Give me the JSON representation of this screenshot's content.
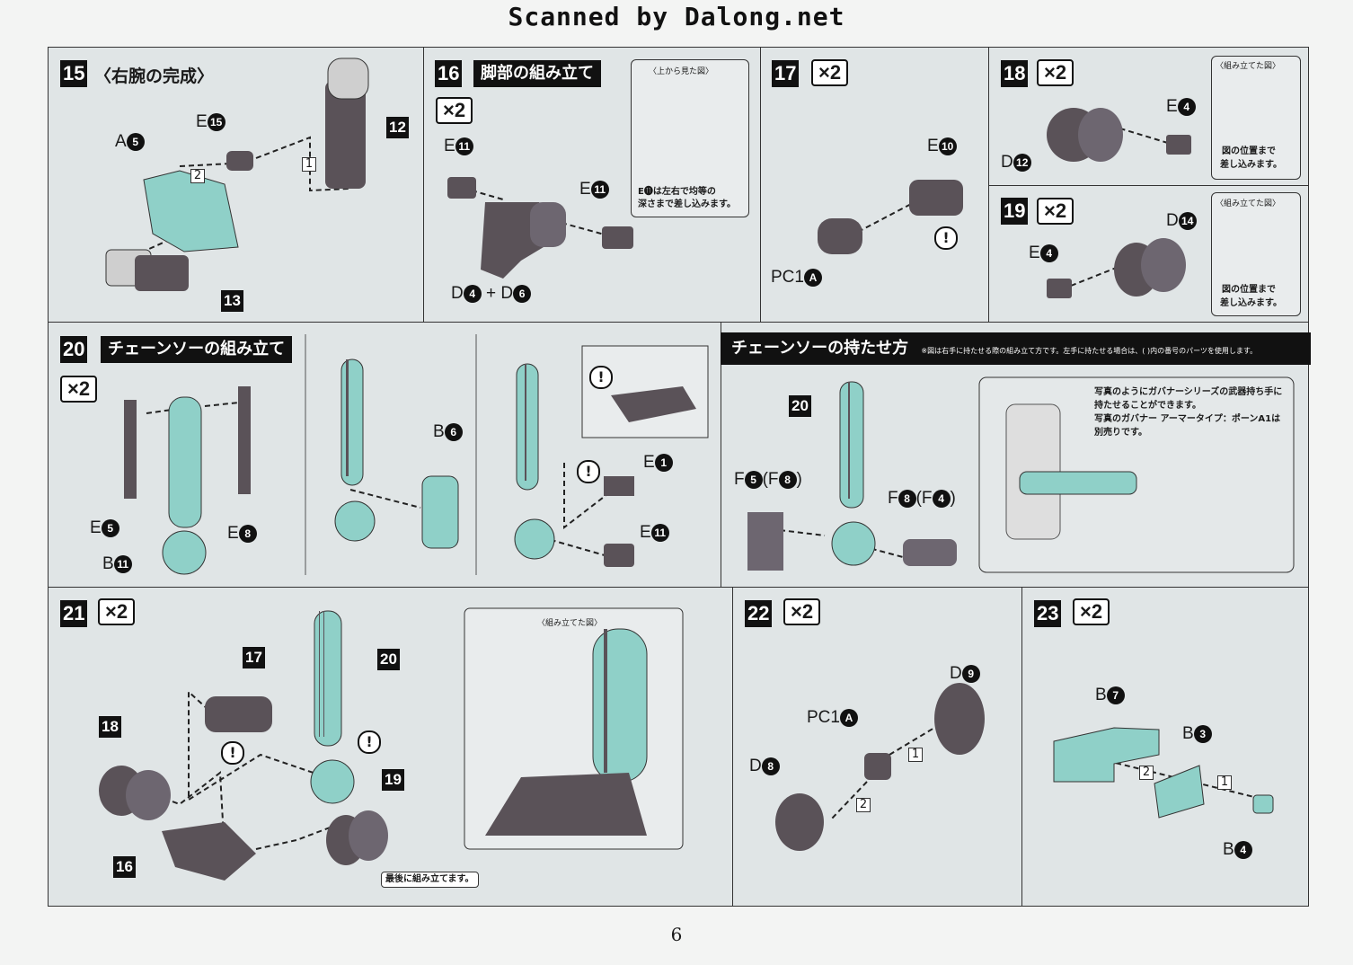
{
  "header": {
    "scan_credit": "Scanned by Dalong.net"
  },
  "footer": {
    "page_number": "6"
  },
  "colors": {
    "panel_bg": "#e0e5e6",
    "part_teal": "#8fd0c8",
    "part_grey": "#5a5258",
    "ink": "#111111"
  },
  "steps": {
    "s15": {
      "num": "15",
      "title": "〈右腕の完成〉",
      "labels": {
        "a": "A",
        "a_no": "5",
        "e": "E",
        "e_no": "15",
        "ref12": "12",
        "ref13": "13",
        "o1": "1",
        "o2": "2"
      }
    },
    "s16": {
      "num": "16",
      "title": "脚部の組み立て",
      "x2": "×2",
      "labels": {
        "e_left": "E",
        "e_left_no": "11",
        "e_right": "E",
        "e_right_no": "11",
        "d4": "D",
        "d4_no": "4",
        "plus": "+",
        "d6": "D",
        "d6_no": "6"
      },
      "inset_title": "〈上から見た図〉",
      "inset_note_1": "E⓫は左右で均等の",
      "inset_note_2": "深さまで差し込みます。"
    },
    "s17": {
      "num": "17",
      "x2": "×2",
      "labels": {
        "e": "E",
        "e_no": "10",
        "pc": "PC1",
        "pc_no": "A"
      }
    },
    "s18": {
      "num": "18",
      "x2": "×2",
      "labels": {
        "e": "E",
        "e_no": "4",
        "d": "D",
        "d_no": "12"
      },
      "inset_title": "〈組み立てた図〉",
      "inset_note_1": "図の位置まで",
      "inset_note_2": "差し込みます。"
    },
    "s19": {
      "num": "19",
      "x2": "×2",
      "labels": {
        "e": "E",
        "e_no": "4",
        "d": "D",
        "d_no": "14"
      },
      "inset_title": "〈組み立てた図〉",
      "inset_note_1": "図の位置まで",
      "inset_note_2": "差し込みます。"
    },
    "s20": {
      "num": "20",
      "title": "チェーンソーの組み立て",
      "x2": "×2",
      "labels": {
        "e5": "E",
        "e5_no": "5",
        "e8": "E",
        "e8_no": "8",
        "b11": "B",
        "b11_no": "11",
        "b6": "B",
        "b6_no": "6",
        "e1": "E",
        "e1_no": "1",
        "e11": "E",
        "e11_no": "11"
      }
    },
    "holding": {
      "title": "チェーンソーの持たせ方",
      "subtitle": "※図は右手に持たせる際の組み立て方です。左手に持たせる場合は、( )内の番号のパーツを使用します。",
      "ref20": "20",
      "f_left": "F",
      "f_left_no": "5",
      "f_left_alt": "(F",
      "f_left_alt_no": "8",
      "f_left_close": ")",
      "f_right": "F",
      "f_right_no": "8",
      "f_right_alt": "(F",
      "f_right_alt_no": "4",
      "f_right_close": ")",
      "photo_note_1": "写真のようにガバナーシリーズの武器持ち手に",
      "photo_note_2": "持たせることができます。",
      "photo_note_3": "写真のガバナー アーマータイプ：ポーンA1は",
      "photo_note_4": "別売りです。"
    },
    "s21": {
      "num": "21",
      "x2": "×2",
      "labels": {
        "ref17": "17",
        "ref20": "20",
        "ref18": "18",
        "ref19": "19",
        "ref16": "16"
      },
      "inset_title": "〈組み立てた図〉",
      "last_note": "最後に組み立てます。"
    },
    "s22": {
      "num": "22",
      "x2": "×2",
      "labels": {
        "d9": "D",
        "d9_no": "9",
        "pc": "PC1",
        "pc_no": "A",
        "d8": "D",
        "d8_no": "8",
        "o1": "1",
        "o2": "2"
      }
    },
    "s23": {
      "num": "23",
      "x2": "×2",
      "labels": {
        "b7": "B",
        "b7_no": "7",
        "b3": "B",
        "b3_no": "3",
        "b4": "B",
        "b4_no": "4",
        "o1": "1",
        "o2": "2"
      }
    }
  }
}
